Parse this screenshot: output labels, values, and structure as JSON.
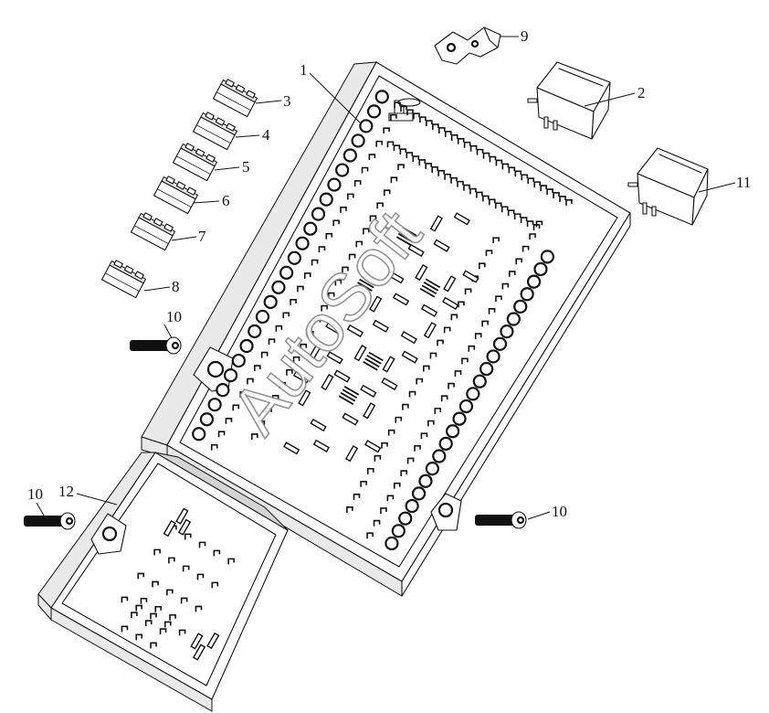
{
  "diagram": {
    "watermark": "AutoSoft",
    "callouts": [
      "1",
      "2",
      "3",
      "4",
      "5",
      "6",
      "7",
      "8",
      "9",
      "10",
      "11",
      "12"
    ],
    "callout_10_repeats": 3
  },
  "parts": {
    "main_box": "fuse-relay-box",
    "cover": "lower-cover",
    "relays": [
      "relay-2",
      "relay-11"
    ],
    "fuses": [
      "fuse-3",
      "fuse-4",
      "fuse-5",
      "fuse-6",
      "fuse-7",
      "fuse-8"
    ],
    "clip": "clip-9",
    "bolts": [
      "bolt-10-left",
      "bolt-10-mid",
      "bolt-10-right"
    ]
  }
}
